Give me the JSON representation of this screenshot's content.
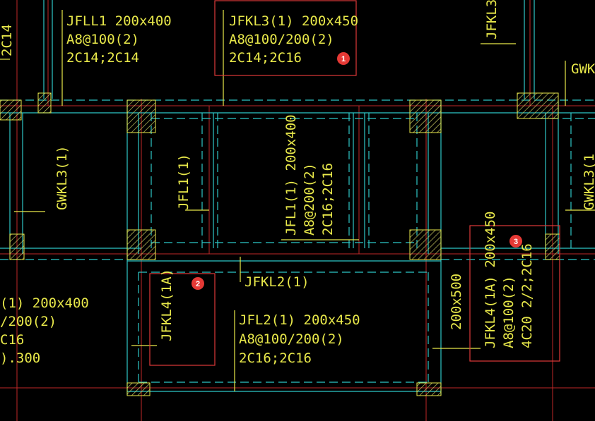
{
  "colors": {
    "background": "#000000",
    "beam_text": "#e8e84a",
    "leader": "#e8e84a",
    "beam_edge": "#2ec8c8",
    "axis_line": "#c02828",
    "highlight_box": "#e03a3a",
    "badge": "#e53935"
  },
  "annotations": {
    "jfll1": {
      "name": "JFLL1 200x400",
      "stirrup": "A8@100(2)",
      "bars": "2C14;2C14"
    },
    "jfkl3": {
      "name": "JFKL3(1) 200x450",
      "stirrup": "A8@100/200(2)",
      "bars": "2C14;2C16"
    },
    "jfkl3_right": {
      "name": "JFKL3("
    },
    "gwk_right": {
      "name": "GWK"
    },
    "gwkl3_left": {
      "name": "GWKL3(1)"
    },
    "gwkl3_right": {
      "name": "GWKL3(1"
    },
    "jfl1_small": {
      "name": "JFL1(1)"
    },
    "jfl1_main": {
      "name": "JFL1(1) 200x400",
      "stirrup": "A8@200(2)",
      "bars": "2C16;2C16"
    },
    "jfkl2": {
      "name": "JFKL2(1)"
    },
    "jfkl4_left": {
      "name": "JFKL4(1A)"
    },
    "jfl2": {
      "name": "JFL2(1) 200x450",
      "stirrup": "A8@100/200(2)",
      "bars": "2C16;2C16"
    },
    "size_200x500": {
      "name": "200x500"
    },
    "jfkl4_right": {
      "name": "JFKL4(1A) 200x450",
      "stirrup": "A8@100(2)",
      "bars": "4C20 2/2;2C16"
    },
    "left_partial": {
      "line1": "(1) 200x400",
      "line2": "/200(2)",
      "line3": "C16",
      "line4": ").300"
    },
    "top_left_partial": {
      "name": "2C14"
    }
  },
  "badges": {
    "b1": "1",
    "b2": "2",
    "b3": "3"
  }
}
